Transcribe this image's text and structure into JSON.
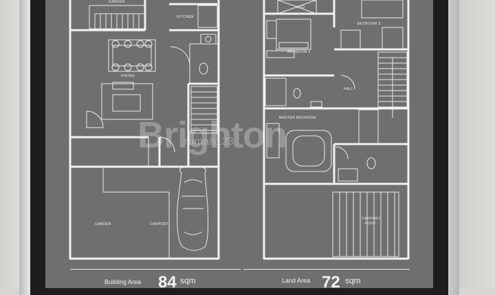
{
  "ground_floor": {
    "rooms": {
      "garden_top": "GARDEN",
      "kitchen": "KITCHEN",
      "dining": "DINING",
      "garden_bottom": "GARDEN",
      "carport": "CARPORT"
    }
  },
  "upper_floor": {
    "rooms": {
      "void": "VOID",
      "bedroom3": "BEDROOM 3",
      "bedroom2": "BEDROOM 2",
      "hall": "HALL",
      "master_bedroom": "MASTER BEDROOM",
      "carport_roof_line1": "CARPORT",
      "carport_roof_line2": "ROOF"
    }
  },
  "areas": {
    "building": {
      "label": "Building Area",
      "value": "84",
      "unit": "sqm"
    },
    "land": {
      "label": "Land Area",
      "value": "72",
      "unit": "sqm"
    }
  },
  "watermark": {
    "brand": "Brighton",
    "sub": "rumah123"
  }
}
